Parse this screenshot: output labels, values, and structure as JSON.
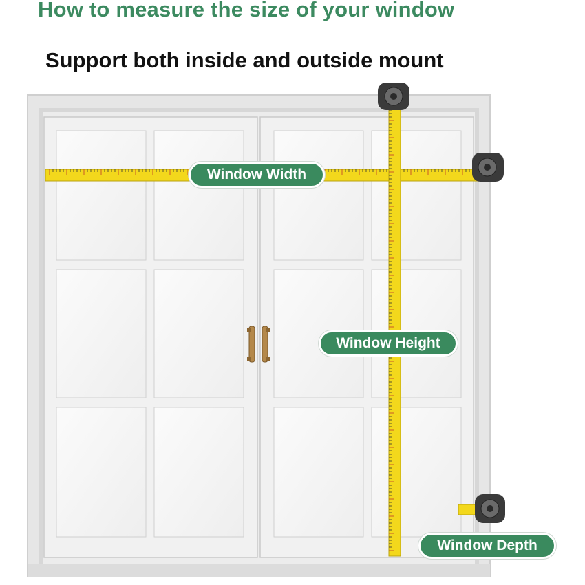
{
  "header": {
    "title": "How to measure the size of your window",
    "subtitle": "Support both inside and outside mount"
  },
  "labels": {
    "width": "Window Width",
    "height": "Window Height",
    "depth": "Window Depth"
  },
  "colors": {
    "title": "#3c8a60",
    "label_bg": "#3a8a5e",
    "tape": "#f3d81c",
    "frame": "#e4e4e4"
  },
  "icons": [
    "tape-measure-icon",
    "door-handle-icon"
  ]
}
